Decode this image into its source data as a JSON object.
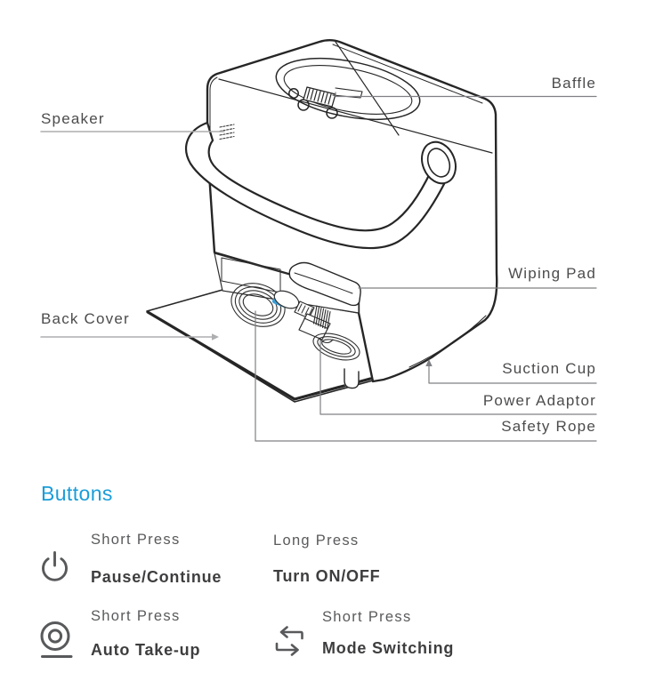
{
  "diagram": {
    "labels": {
      "speaker": "Speaker",
      "baffle": "Baffle",
      "wiping_pad": "Wiping Pad",
      "back_cover": "Back Cover",
      "suction_cup": "Suction Cup",
      "power_adaptor": "Power Adaptor",
      "safety_rope": "Safety Rope"
    },
    "colors": {
      "line_art": "#262626",
      "leader_light": "#adaeb0",
      "leader_dark": "#7f8084",
      "label_text": "#4c4c4e",
      "rope_clip_blue": "#3b9fd8"
    }
  },
  "buttons": {
    "heading": "Buttons",
    "heading_color": "#1a9dd9",
    "icons": [
      "power-icon",
      "auto-take-up-icon",
      "mode-switch-icon"
    ],
    "rows": [
      {
        "cells": [
          {
            "press": "Short Press",
            "action": "Pause/Continue"
          },
          {
            "press": "Long Press",
            "action": "Turn ON/OFF"
          }
        ]
      },
      {
        "cells": [
          {
            "press": "Short Press",
            "action": "Auto Take-up"
          },
          {
            "press": "Short Press",
            "action": "Mode Switching"
          }
        ]
      }
    ]
  }
}
